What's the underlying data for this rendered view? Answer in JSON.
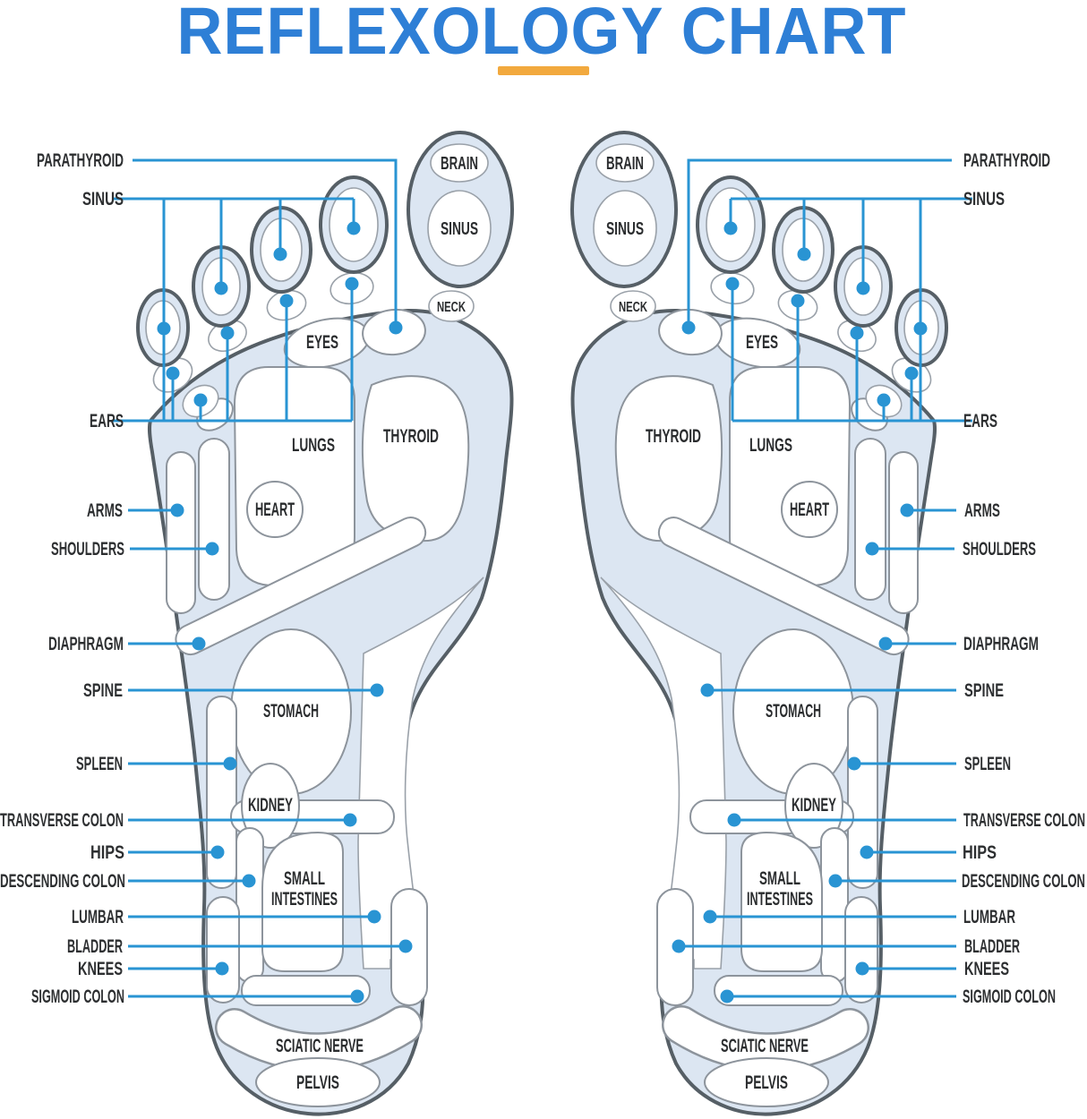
{
  "title": "REFLEXOLOGY CHART",
  "side_labels": [
    "PARATHYROID",
    "SINUS",
    "EARS",
    "ARMS",
    "SHOULDERS",
    "DIAPHRAGM",
    "SPINE",
    "SPLEEN",
    "TRANSVERSE COLON",
    "HIPS",
    "DESCENDING COLON",
    "LUMBAR",
    "BLADDER",
    "KNEES",
    "SIGMOID COLON"
  ],
  "zones": {
    "brain": "BRAIN",
    "sinus": "SINUS",
    "neck": "NECK",
    "eyes": "EYES",
    "thyroid": "THYROID",
    "lungs": "LUNGS",
    "heart": "HEART",
    "stomach": "STOMACH",
    "kidney": "KIDNEY",
    "small_intestines_line1": "SMALL",
    "small_intestines_line2": "INTESTINES",
    "sciatic_nerve": "SCIATIC NERVE",
    "pelvis": "PELVIS"
  },
  "colors": {
    "title_blue": "#2e7fd6",
    "underline_orange": "#f2a93e",
    "leader_blue": "#2994d3",
    "foot_fill": "#dce6f2",
    "foot_outline": "#565f66",
    "zone_outline": "#8d949c",
    "label_text": "#2d2f31"
  }
}
